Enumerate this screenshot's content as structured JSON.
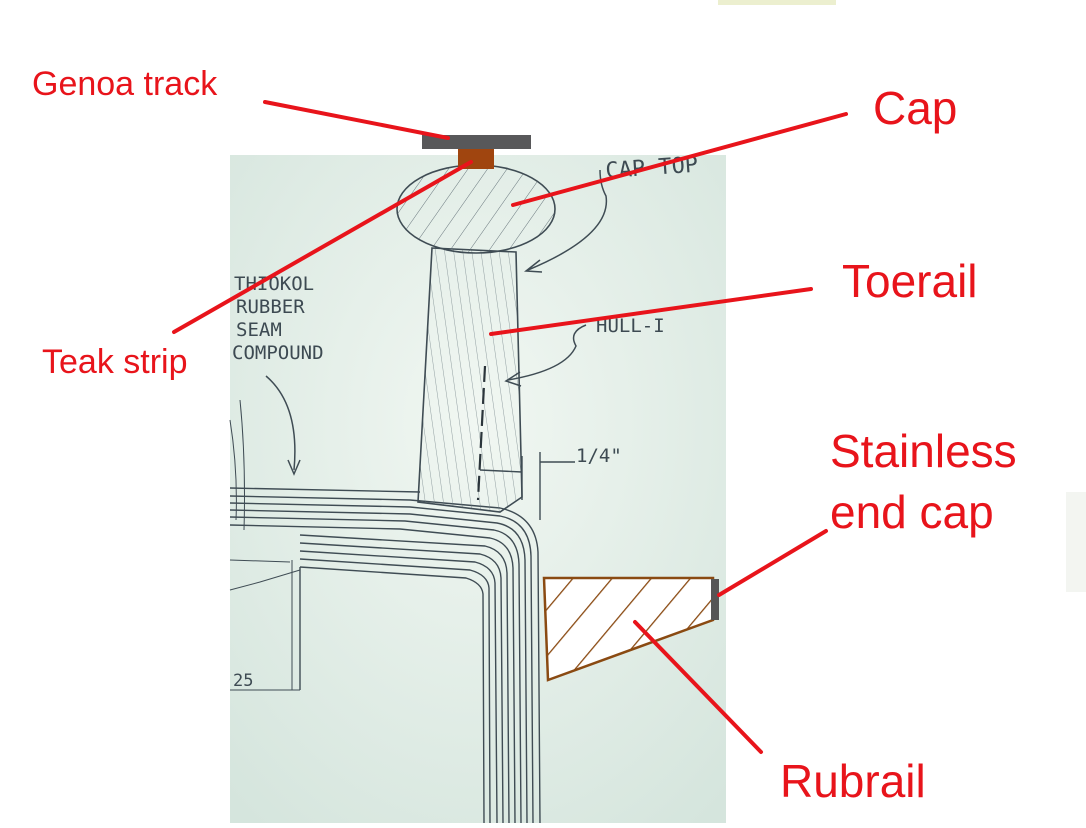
{
  "labels": {
    "genoa_track": "Genoa track",
    "cap": "Cap",
    "toerail": "Toerail",
    "teak_strip": "Teak strip",
    "stainless_end_cap": [
      "Stainless",
      "end cap"
    ],
    "rubrail": "Rubrail"
  },
  "sketch_text": {
    "cap_top": "CAP TOP",
    "compound": [
      "THIOKOL",
      "RUBBER",
      "SEAM",
      "COMPOUND"
    ],
    "hull": "HULL-I",
    "dimension": "1/4\"",
    "small_number": "25"
  },
  "colors": {
    "label_red": "#e8141b",
    "genoa_track": "#58585a",
    "teak_strip": "#a0450f",
    "rubrail_outline": "#8a4a12",
    "stainless_end_cap": "#555555",
    "paper": "#e6f1ea",
    "pencil": "#3d4a52"
  }
}
